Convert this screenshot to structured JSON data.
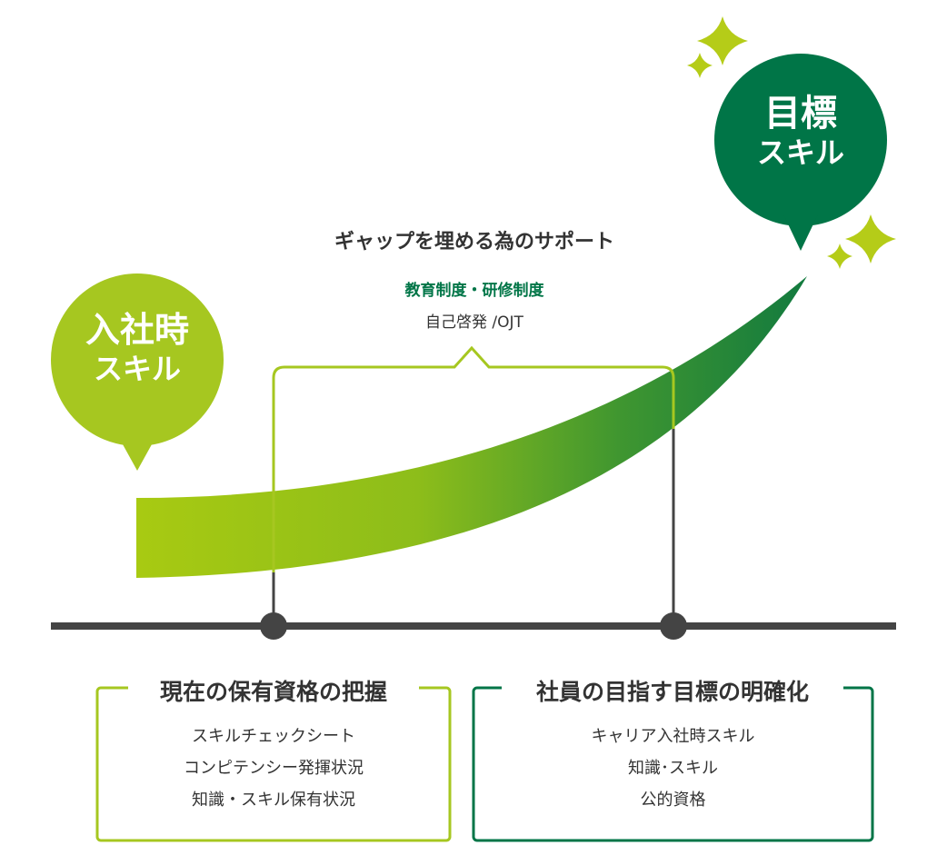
{
  "colors": {
    "lime": "#a6c720",
    "dark_green": "#007547",
    "axis": "#444444",
    "text": "#333333",
    "sparkle": "#b5cc18"
  },
  "start_bubble": {
    "line1": "入社時",
    "line2": "スキル"
  },
  "goal_bubble": {
    "line1": "目標",
    "line2": "スキル"
  },
  "gap": {
    "title": "ギャップを埋める為のサポート",
    "support_primary": "教育制度・研修制度",
    "support_secondary": "自己啓発 /OJT"
  },
  "box_left": {
    "title": "現在の保有資格の把握",
    "items": [
      "スキルチェックシート",
      "コンピテンシー発揮状況",
      "知識・スキル保有状況"
    ]
  },
  "box_right": {
    "title": "社員の目指す目標の明確化",
    "items": [
      "キャリア入社時スキル",
      "知識･スキル",
      "公的資格"
    ]
  }
}
